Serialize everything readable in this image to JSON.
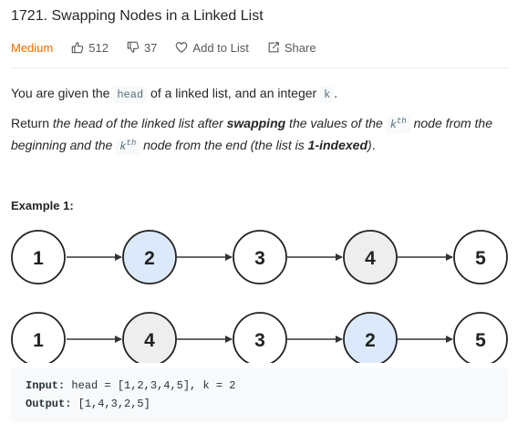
{
  "problem": {
    "title": "1721. Swapping Nodes in a Linked List",
    "difficulty": "Medium",
    "likes": "512",
    "dislikes": "37",
    "add_to_list_label": "Add to List",
    "share_label": "Share"
  },
  "description": {
    "p1_before": "You are given the ",
    "p1_code1": "head",
    "p1_mid": " of a linked list, and an integer ",
    "p1_code2": "k",
    "p1_after": ".",
    "p2_return": "Return ",
    "p2_a": "the head of the linked list after ",
    "p2_swapping": "swapping",
    "p2_b": " the values of the ",
    "p2_k1": "k",
    "p2_th1": "th",
    "p2_c": " node from the beginning and the ",
    "p2_k2": "k",
    "p2_th2": "th",
    "p2_d": " node from the end (the list is ",
    "p2_indexed": "1-indexed",
    "p2_e": ")",
    "p2_end": "."
  },
  "example": {
    "title": "Example 1:",
    "row1": [
      "1",
      "2",
      "3",
      "4",
      "5"
    ],
    "row2": [
      "1",
      "4",
      "3",
      "2",
      "5"
    ],
    "input_label": "Input:",
    "input_value": " head = [1,2,3,4,5], k = 2",
    "output_label": "Output:",
    "output_value": " [1,4,3,2,5]"
  },
  "colors": {
    "difficulty": "#ef6c00",
    "highlight_blue": "#dbe9fb",
    "highlight_gray": "#eeeeee",
    "node_default": "#ffffff"
  }
}
